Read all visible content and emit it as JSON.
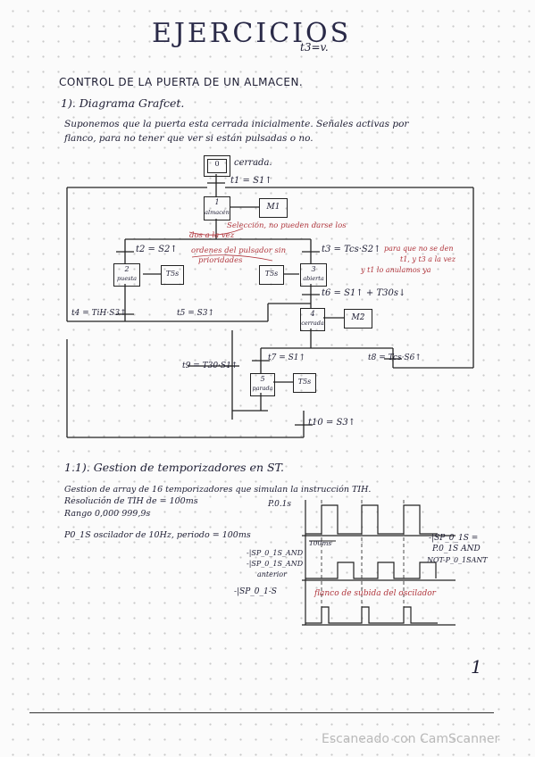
{
  "page": {
    "title": "EJERCICIOS",
    "title_mark": "t3=v.",
    "page_number": "1",
    "watermark": "Escaneado con CamScanner"
  },
  "section1": {
    "heading": "CONTROL DE LA PUERTA DE UN ALMACEN.",
    "subheading": "1). Diagrama Grafcet.",
    "intro_line1": "Suponemos que la puerta esta cerrada inicialmente. Señales activas por",
    "intro_line2": "flanco, para no tener que ver si están pulsadas o no."
  },
  "grafcet": {
    "steps": [
      {
        "num": "0",
        "name": "cerrada",
        "initial": true
      },
      {
        "num": "1",
        "name": "almacén"
      },
      {
        "num": "2",
        "name": "puesta"
      },
      {
        "num": "3",
        "name": "abierta"
      },
      {
        "num": "4",
        "name": "cerrada"
      },
      {
        "num": "5",
        "name": "parada"
      }
    ],
    "actions": {
      "s1": "M1",
      "s2": "T5s",
      "s3": "T5s",
      "s4": "M2",
      "s5": "T5s"
    },
    "labels": {
      "step0_label": "cerrada.",
      "t1": "t1 = S1↑",
      "t2": "t2 = S2↑",
      "t3": "t3 = Tcs·S2↑",
      "t4": "t4 = TiH·S3↑",
      "t5": "t5 = S3↑",
      "t6": "t6 = S1↑ + T30s↓",
      "t7": "t7 = S1↑",
      "t8": "t8 = Tcs·S6↑",
      "t9": "t9 = T30·S1↑",
      "t10": "t10 = S3↑"
    },
    "notes": {
      "note1_line1": "Selección, no pueden darse los",
      "note1_line2": "dos a la vez",
      "note2_line1": "ordenes del pulsador sin",
      "note2_line2": "prioridades",
      "note3_line1": "para que no se den",
      "note3_line2": "t1, y t3 a la vez",
      "note3_line3": "y t1 lo anulamos ya"
    }
  },
  "section2": {
    "subheading": "1.1). Gestion de temporizadores en ST.",
    "line1": "Gestion de array de 16 temporizadores que simulan la instrucción TIH.",
    "line2": "Resolución de TIH de = 100ms",
    "line3": "Rango 0,000  999,9s",
    "line4": "P0_1S oscilador de 10Hz, periodo = 100ms"
  },
  "timing": {
    "sig1": "P.0.1s",
    "sig2": "-|SP_0_1S_AND",
    "sig2b": "-|SP_0_1S_AND",
    "sig2c": "anterior",
    "sig3": "-|SP_0_1-S",
    "period": "100ms",
    "right1": "-|SP_0_1S =",
    "right2": "P.0_1S AND",
    "right3": "NOT-P_0_1SANT",
    "note": "flanco de subida del oscilador"
  }
}
